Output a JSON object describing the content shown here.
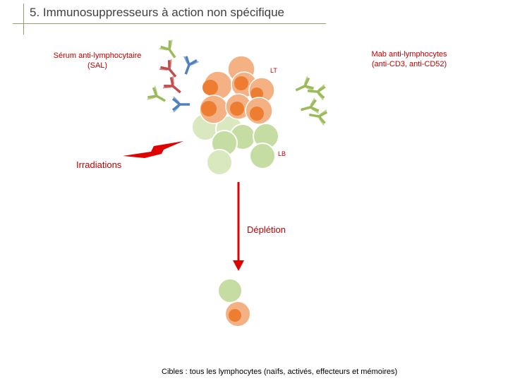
{
  "slide": {
    "title": "5. Immunosuppresseurs à action non spécifique"
  },
  "labels": {
    "sal_line1": "Sérum anti-lymphocytaire",
    "sal_line2": "(SAL)",
    "mab_line1": "Mab anti-lymphocytes",
    "mab_line2": "(anti-CD3, anti-CD52)",
    "irradiations": "Irradiations",
    "lt": "LT",
    "lb": "LB",
    "depletion": "Déplétion"
  },
  "footer": {
    "targets": "Cibles : tous les lymphocytes (naïfs, activés, effecteurs et mémoires)"
  },
  "colors": {
    "label_red": "#c00000",
    "lt_outer": "#f4b183",
    "lt_nucleus": "#ed7d31",
    "lb_outer": "#d9e8bf",
    "lb_inner": "#c5dda3",
    "antibody_green": "#9bbb59",
    "antibody_red": "#c0504d",
    "antibody_blue": "#4f81bd",
    "arrow_red": "#e00000"
  }
}
